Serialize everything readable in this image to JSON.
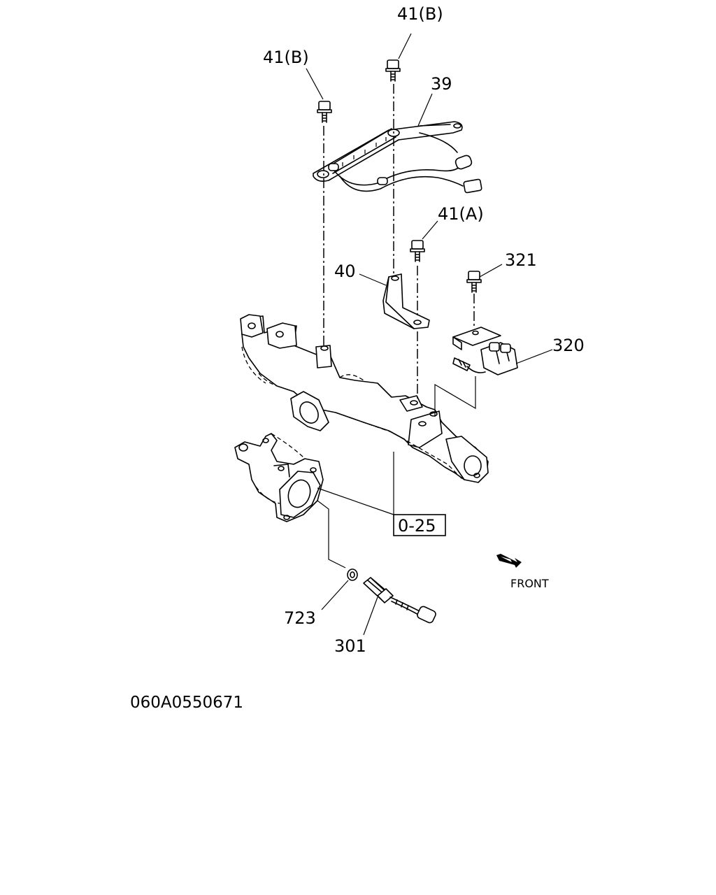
{
  "labels": {
    "bolt_41b_top": "41(B)",
    "bolt_41b_left": "41(B)",
    "bracket_39": "39",
    "bolt_41a": "41(A)",
    "bracket_40": "40",
    "bolt_321": "321",
    "valve_320": "320",
    "ref_025": "0-25",
    "washer_723": "723",
    "sensor_301": "301",
    "front": "FRONT"
  },
  "footer": {
    "drawing_id": "060A0550671"
  }
}
